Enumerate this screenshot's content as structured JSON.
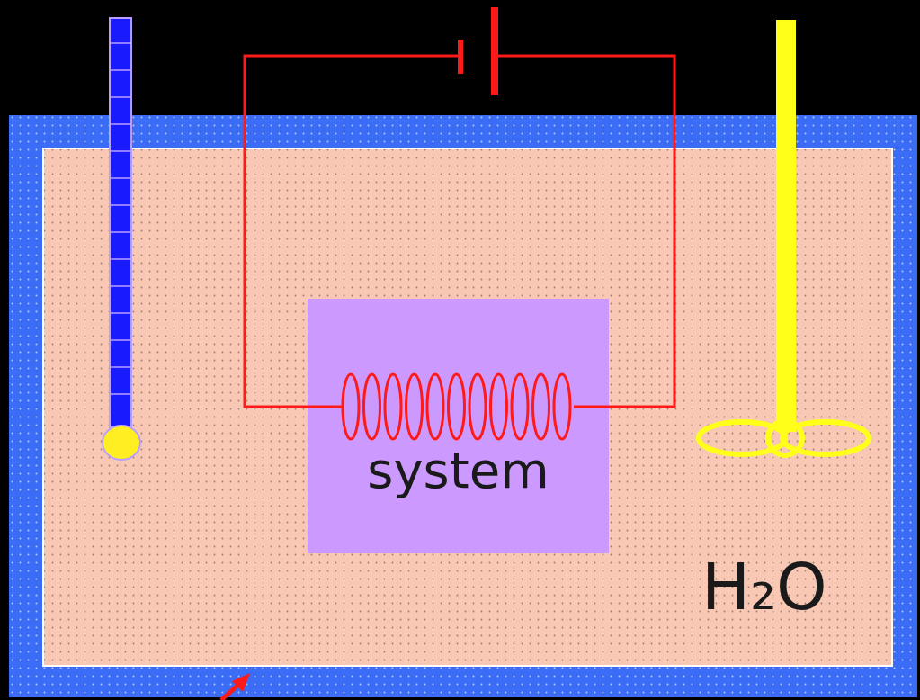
{
  "diagram": {
    "nodes": [
      {
        "text": [
          "H₂O"
        ]
      },
      {
        "text": [
          "system"
        ],
        "in": 0
      }
    ]
  }
}
